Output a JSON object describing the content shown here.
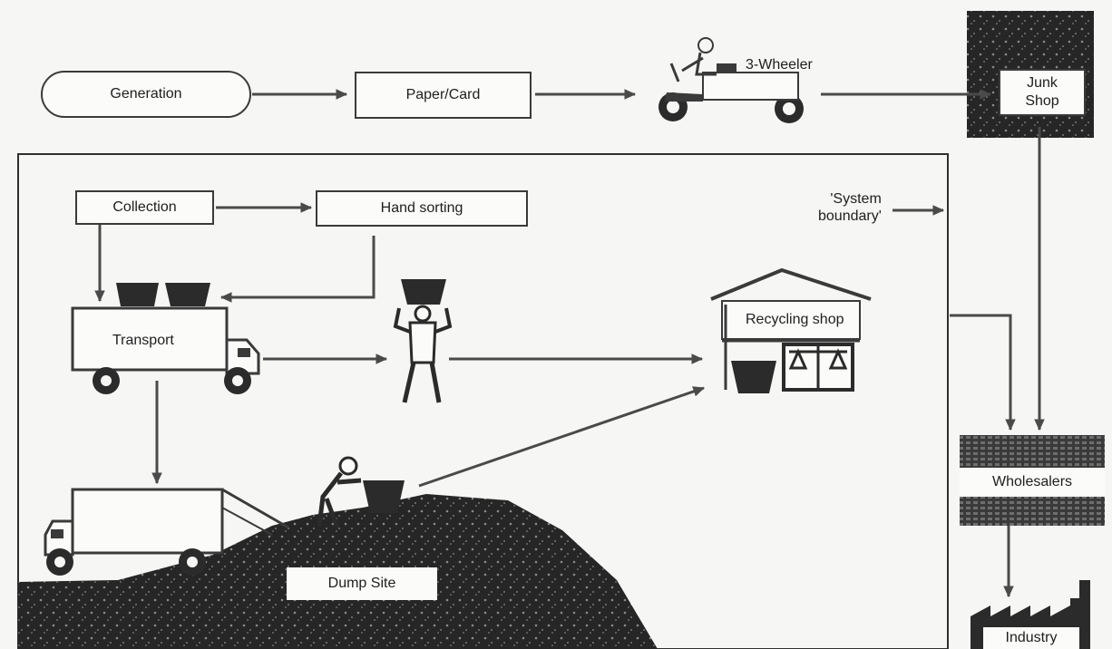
{
  "nodes": {
    "generation": "Generation",
    "paper_card": "Paper/Card",
    "three_wheeler": "3-Wheeler",
    "junk_shop": "Junk Shop",
    "collection": "Collection",
    "hand_sorting": "Hand sorting",
    "transport": "Transport",
    "recycling_shop": "Recycling shop",
    "dump_site": "Dump Site",
    "wholesalers": "Wholesalers",
    "industry": "Industry",
    "system_boundary_line1": "'System",
    "system_boundary_line2": "boundary'"
  },
  "colors": {
    "ink": "#3a3a3a",
    "dark_fill": "#2b2b2b",
    "arrow": "#4a4a4a",
    "paper": "#fbfbfa"
  }
}
